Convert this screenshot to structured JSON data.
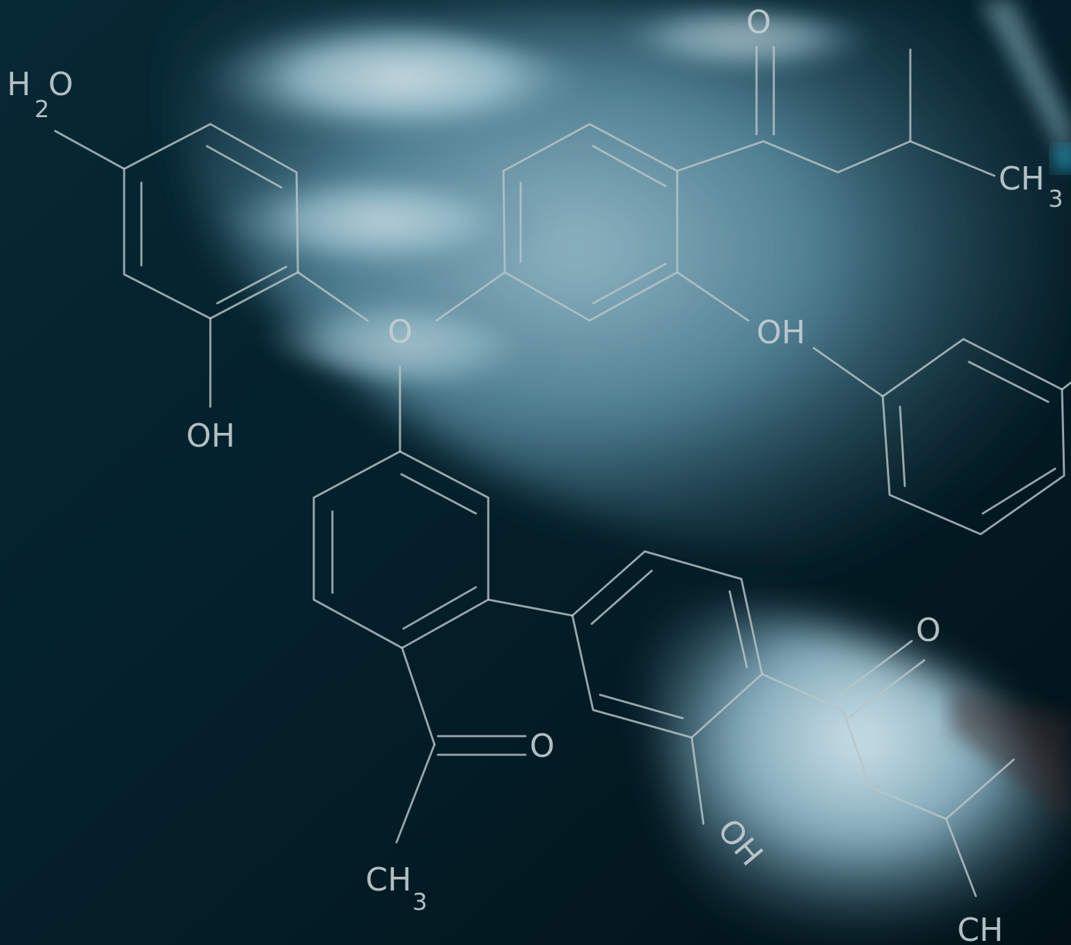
{
  "image": {
    "description_type": "photo-composite",
    "palette": {
      "background_dark": "#031a24",
      "teal_mid": "#2e5c70",
      "highlight": "#cfe3ea",
      "structure_lines": "#b7c4c9"
    }
  },
  "labels": {
    "h2o_h": "H",
    "h2o_sub": "2",
    "h2o_o": "O",
    "oh_left": "OH",
    "ether_o": "O",
    "top_carbonyl_o": "O",
    "oh_center": "OH",
    "ch3_top_c": "CH",
    "ch3_top_sub": "3",
    "right_carbonyl_o": "O",
    "bottom_carbonyl_o": "O",
    "ch3_bottom_c": "CH",
    "ch3_bottom_sub": "3",
    "oh_rotated": "OH",
    "ch_bottom_right": "CH"
  }
}
